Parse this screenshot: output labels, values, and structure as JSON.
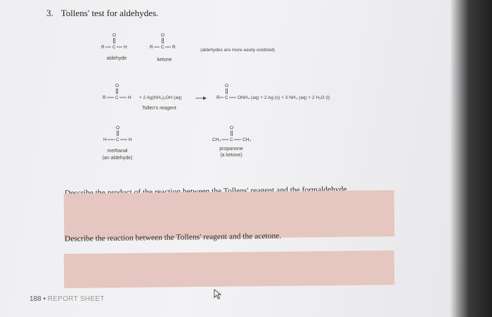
{
  "heading": {
    "number": "3.",
    "title": "Tollens' test for aldehydes."
  },
  "row1": {
    "aldehyde": {
      "left": "R",
      "center": "C",
      "right": "H",
      "oxygen": "O",
      "name": "aldehyde"
    },
    "ketone": {
      "left": "R",
      "center": "C",
      "right": "R",
      "oxygen": "O",
      "name": "ketone"
    },
    "note": "(aldehydes are more easily oxidized)"
  },
  "reaction": {
    "reactant": {
      "left": "R",
      "center": "C",
      "right": "H",
      "oxygen": "O"
    },
    "reagent": "+ 2 Ag(NH₃)₂OH (aq)",
    "reagent_name": "Tollen's reagent",
    "product": {
      "left": "R",
      "center": "C",
      "oxygen": "O",
      "tail": "ONH₄ (aq) + 2 Ag (s) + 3 NH₃ (aq) + 2 H₂O (l)"
    }
  },
  "row3": {
    "methanal": {
      "left": "H",
      "center": "C",
      "right": "H",
      "oxygen": "O",
      "name1": "methanal",
      "name2": "(an aldehyde)"
    },
    "propanone": {
      "left": "CH₃",
      "center": "C",
      "right": "CH₃",
      "oxygen": "O",
      "name1": "propanone",
      "name2": "(a ketone)"
    }
  },
  "questions": {
    "q1": "Describe the product of the reaction between the Tollens' reagent and the formaldehyde.",
    "q2": "Describe the reaction between the Tollens' reagent and the acetone."
  },
  "footer": {
    "page": "188",
    "bullet": "•",
    "sheet": "REPORT SHEET"
  },
  "colors": {
    "answer_box": "#e6c6c0",
    "page": "#f0f0f2"
  }
}
